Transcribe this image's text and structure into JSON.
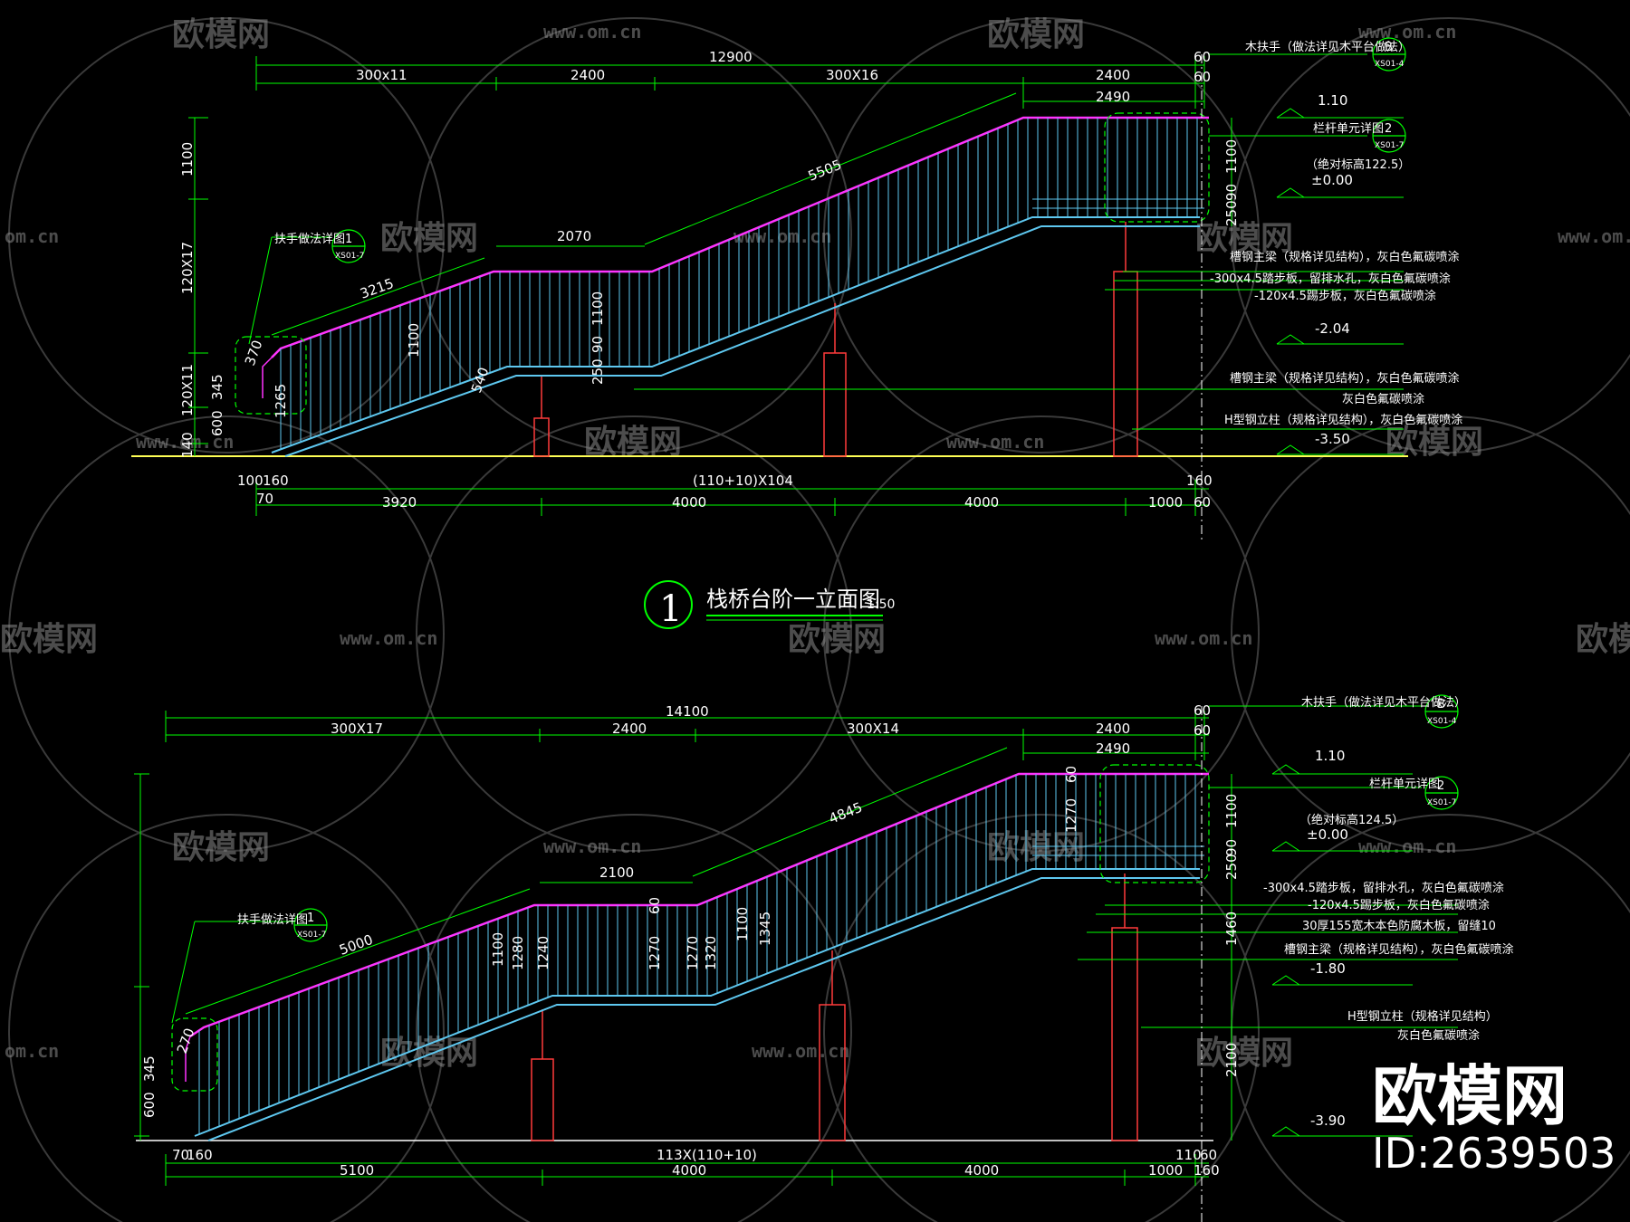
{
  "colors": {
    "background": "#000000",
    "dimension": "#00ff00",
    "handrail": "#ff33ff",
    "baluster": "#5ec8f0",
    "stringer": "#5ec8f0",
    "column": "#ff3b3b",
    "ground": "#ffff55",
    "text": "#ffffff",
    "watermark": "#8a8a8a"
  },
  "watermark": {
    "brand_text": "欧模网",
    "url_text": "www.om.cn",
    "url_text_left": "om.cn"
  },
  "branding": {
    "brand_large": "欧模网",
    "id_text": "ID:2639503"
  },
  "title_block": {
    "number": "1",
    "title": "栈桥台阶一立面图",
    "scale": "1:50"
  },
  "elevation_1": {
    "dims_top": {
      "overall": "12900",
      "seg1": "300x11",
      "seg2": "2400",
      "seg3": "300X16",
      "seg4": "2400",
      "end_60_top": "60",
      "end_60_bot": "60",
      "platform": "2490"
    },
    "dims_slope": {
      "upper": "5505",
      "landing": "2070",
      "lower": "3215",
      "start_angle": "370"
    },
    "dims_left": {
      "top_1100": "1100",
      "mid": "120X17",
      "low": "120X11",
      "d345": "345",
      "d600": "600",
      "d140": "140"
    },
    "dims_inner": {
      "h1100_a": "1100",
      "h1265": "1265",
      "h540": "540",
      "h1100_b": "1100",
      "h250": "250",
      "h90": "90"
    },
    "dims_right": {
      "h1100": "1100",
      "h90": "90",
      "h250": "250"
    },
    "dims_bottom": {
      "d100": "100",
      "d160": "160",
      "d70": "70",
      "steps": "(110+10)X104",
      "d160_right": "160",
      "d3920": "3920",
      "d4000_a": "4000",
      "d4000_b": "4000",
      "d1000": "1000",
      "d60": "60"
    },
    "callouts": {
      "handrail_detail": "扶手做法详图",
      "handrail_ref_num": "1",
      "handrail_ref_sheet": "XS01-7",
      "wood_handrail": "木扶手（做法详见木平台做法）",
      "wood_ref_num": "B",
      "wood_ref_sheet": "XS01-4",
      "railing_unit": "栏杆单元详图",
      "railing_ref_num": "2",
      "railing_ref_sheet": "XS01-7"
    },
    "levels": {
      "l1": "1.10",
      "abs": "（绝对标高122.5）",
      "l0": "±0.00",
      "l2": "-2.04",
      "l3": "-3.50"
    },
    "notes": [
      "槽钢主梁（规格详见结构），灰白色氟碳喷涂",
      "-300x4.5踏步板，留排水孔，灰白色氟碳喷涂",
      "-120x4.5踢步板，灰白色氟碳喷涂",
      "槽钢主梁（规格详见结构），灰白色氟碳喷涂",
      "灰白色氟碳喷涂",
      "H型钢立柱（规格详见结构），灰白色氟碳喷涂"
    ]
  },
  "elevation_2": {
    "dims_top": {
      "overall": "14100",
      "seg1": "300X17",
      "seg2": "2400",
      "seg3": "300X14",
      "seg4": "2400",
      "end_60_top": "60",
      "end_60_bot": "60",
      "platform": "2490"
    },
    "dims_slope": {
      "upper": "4845",
      "landing": "2100",
      "lower": "5000",
      "start_angle": "270"
    },
    "dims_left": {
      "d345": "345",
      "d600": "600"
    },
    "dims_inner": {
      "h1100_a": "1100",
      "h1280": "1280",
      "h1240": "1240",
      "h1270_a": "1270",
      "h60_a": "60",
      "h1270_b": "1270",
      "h1320": "1320",
      "h1100_b": "1100",
      "h1345": "1345",
      "h1270_c": "1270",
      "h60_b": "60"
    },
    "dims_right": {
      "h1100": "1100",
      "h90": "90",
      "h250": "250",
      "h1460": "1460",
      "h2100": "2100"
    },
    "dims_bottom": {
      "d70": "70",
      "d160": "160",
      "steps": "113X(110+10)",
      "d110": "110",
      "d60": "60",
      "d5100": "5100",
      "d4000_a": "4000",
      "d4000_b": "4000",
      "d1000": "1000",
      "d160_right": "160"
    },
    "callouts": {
      "handrail_detail": "扶手做法详图",
      "handrail_ref_num": "1",
      "handrail_ref_sheet": "XS01-7",
      "wood_handrail": "木扶手（做法详见木平台做法）",
      "wood_ref_num": "B",
      "wood_ref_sheet": "XS01-4",
      "railing_unit": "栏杆单元详图",
      "railing_ref_num": "2",
      "railing_ref_sheet": "XS01-7"
    },
    "levels": {
      "l1": "1.10",
      "abs": "（绝对标高124.5）",
      "l0": "±0.00",
      "l2": "-1.80",
      "l3": "-3.90"
    },
    "notes": [
      "-300x4.5踏步板，留排水孔，灰白色氟碳喷涂",
      "-120x4.5踢步板，灰白色氟碳喷涂",
      "30厚155宽木本色防腐木板，留缝10",
      "槽钢主梁（规格详见结构），灰白色氟碳喷涂",
      "H型钢立柱（规格详见结构）",
      "灰白色氟碳喷涂"
    ]
  }
}
